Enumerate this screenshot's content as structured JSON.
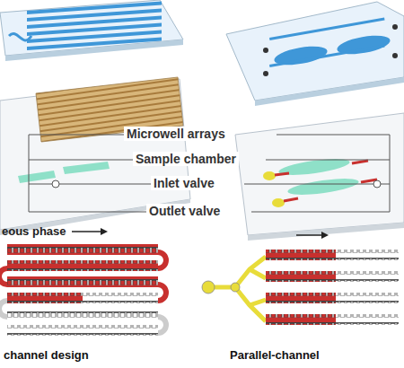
{
  "diagram": {
    "labels": [
      "Microwell arrays",
      "Sample chamber",
      "Inlet valve",
      "Outlet valve",
      "eous phase",
      "channel design",
      "Parallel-channel"
    ]
  }
}
